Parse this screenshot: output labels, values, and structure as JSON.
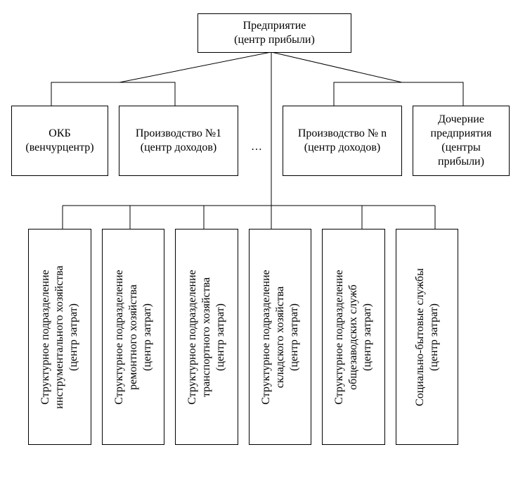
{
  "top": {
    "line1": "Предприятие",
    "line2": "(центр прибыли)"
  },
  "mid": [
    {
      "lines": [
        "ОКБ",
        "(венчурцентр)"
      ]
    },
    {
      "lines": [
        "Производство №1",
        "(центр доходов)"
      ]
    },
    {
      "lines": [
        "Производство № n",
        "(центр доходов)"
      ]
    },
    {
      "lines": [
        "Дочерние",
        "предприятия",
        "(центры",
        "прибыли)"
      ]
    }
  ],
  "ellipsis": "…",
  "bottom": [
    {
      "lines": [
        "Структурное подразделение",
        "инструментального хозяйства",
        "(центр затрат)"
      ]
    },
    {
      "lines": [
        "Структурное подразделение",
        "ремонтного хозяйства",
        "(центр затрат)"
      ]
    },
    {
      "lines": [
        "Структурное подразделение",
        "транспортного хозяйства",
        "(центр затрат)"
      ]
    },
    {
      "lines": [
        "Структурное подразделение",
        "складского хозяйства",
        "(центр затрат)"
      ]
    },
    {
      "lines": [
        "Структурное подразделение",
        "общезаводских служб",
        "(центр затрат)"
      ]
    },
    {
      "lines": [
        "Социально-бытовые службы",
        "(центр затрат)"
      ]
    }
  ]
}
